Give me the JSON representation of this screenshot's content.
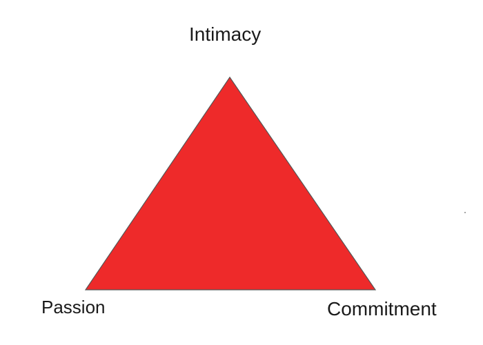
{
  "diagram": {
    "vertices": {
      "top": "Intimacy",
      "left": "Passion",
      "right": "Commitment"
    },
    "colors": {
      "fill": "#ee2a2a",
      "stroke": "#555555"
    }
  }
}
